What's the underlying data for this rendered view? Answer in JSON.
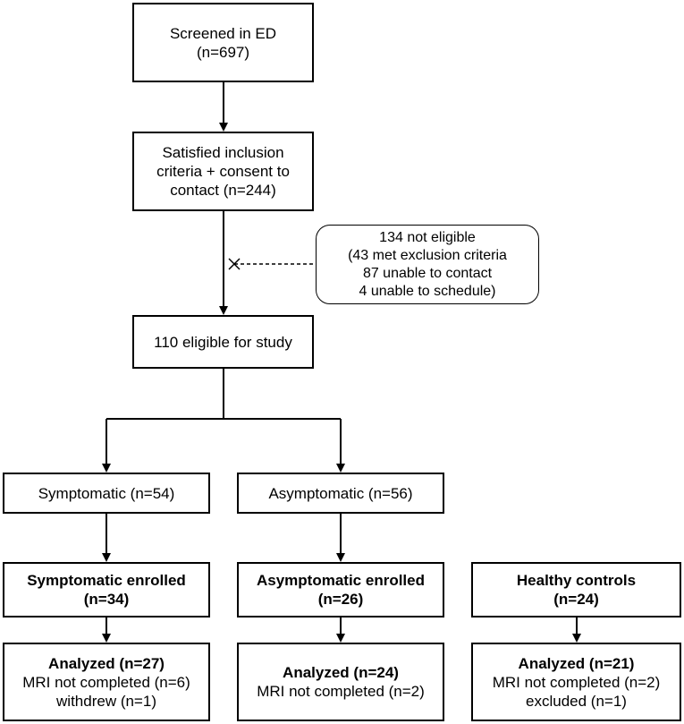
{
  "boxes": {
    "screened": {
      "lines": [
        "Screened in ED",
        "(n=697)"
      ]
    },
    "satisfied": {
      "lines": [
        "Satisfied inclusion",
        "criteria + consent to",
        "contact (n=244)"
      ]
    },
    "not_eligible": {
      "lines": [
        "134 not eligible",
        "(43 met exclusion criteria",
        "87 unable to contact",
        "4 unable to schedule)"
      ]
    },
    "eligible": {
      "lines": [
        "110 eligible for study"
      ]
    },
    "symptomatic": {
      "lines": [
        "Symptomatic (n=54)"
      ]
    },
    "asymptomatic": {
      "lines": [
        "Asymptomatic (n=56)"
      ]
    },
    "symptomatic_enrolled": {
      "title": "Symptomatic enrolled",
      "count": "(n=34)"
    },
    "asymptomatic_enrolled": {
      "title": "Asymptomatic enrolled",
      "count": "(n=26)"
    },
    "healthy_controls": {
      "title": "Healthy controls",
      "count": "(n=24)"
    },
    "analyzed_symptomatic": {
      "title": "Analyzed (n=27)",
      "lines": [
        "MRI not completed (n=6)",
        "withdrew (n=1)"
      ]
    },
    "analyzed_asymptomatic": {
      "title": "Analyzed (n=24)",
      "lines": [
        "MRI not completed (n=2)"
      ]
    },
    "analyzed_controls": {
      "title": "Analyzed (n=21)",
      "lines": [
        "MRI not completed (n=2)",
        "excluded (n=1)"
      ]
    }
  },
  "colors": {
    "stroke": "#000000",
    "background": "#ffffff"
  }
}
